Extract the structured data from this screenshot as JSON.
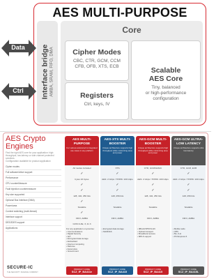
{
  "diagram": {
    "title": "AES MULTI-PURPOSE",
    "interface_bridge": {
      "title": "Interface bridge",
      "subtitle": "AMBA, SRAM, FIFO, DMA"
    },
    "core": {
      "label": "Core"
    },
    "cipher_modes": {
      "title": "Cipher Modes",
      "line1": "CBC, CTR, GCM, CCM",
      "line2": "CFB, OFB, XTS, ECB"
    },
    "registers": {
      "title": "Registers",
      "line1": "Ctrl, keys, IV"
    },
    "scalable": {
      "title": "Scalable",
      "title2": "AES Core",
      "line1": "Tiny, balanced",
      "line2": "or high-performance",
      "line3": "configuration"
    },
    "arrows": {
      "data": "Data",
      "ctrl": "Ctrl"
    },
    "colors": {
      "accent": "#d7282f",
      "arrow": "#4a4a4a"
    }
  },
  "comparison": {
    "title": "AES Crypto Engines",
    "intro": "Find the right AES core for your application: high throughput, low latency or side channel protected solutions.",
    "config_note": "Configuration available for product application",
    "rows": [
      "Cipher modes",
      "Full software/driver support",
      "Performance",
      "CPU counterMeasure",
      "Fault injection countermeasure",
      "Key size supported",
      "Optional Bus Interface (DMA)",
      "Power/area",
      "Context switching (multi-thread)",
      "Interface support",
      "DES/3DES support",
      "Applications"
    ],
    "columns": [
      {
        "name": "AES MULTI-PURPOSE",
        "desc": "For various advanced & integrated use cases in any platform",
        "color": "#c62128",
        "cells": [
          "All modes included",
          "✓",
          "bytes 16 bytes",
          "✓",
          "✓",
          "128, 192, 256 bits",
          "✓",
          "Scalable",
          "✓",
          "FIFO, AMBA",
          "GCM & AE, 3, 2x 3",
          ""
        ],
        "apps": [
          "For any application on-premise:",
          "• Communications",
          "• Digital Security",
          "• IIoT",
          "• Encrypted data storage",
          "• Embedded",
          "• Internet computing",
          "• Defense",
          "• Automotive",
          "• Government"
        ],
        "product_label": "PRODUCT CODE",
        "product_code": "SCZ_IP_BA411e"
      },
      {
        "name": "AES-XTS MULTI-BOOSTER",
        "desc": "Unique architecture supports high throughput while minimizing area and power",
        "color": "#1f5b8f",
        "cells": [
          "XTS",
          "✓",
          "AES: 2 Gbps / TP256: 100 Gbps",
          "✓",
          "✓",
          "128, 256 bits",
          "",
          "Scalable",
          "",
          "FIFO, AMBA",
          "",
          ""
        ],
        "apps": [
          "• Encrypted data storage",
          "• SAN/NAS"
        ],
        "product_label": "PRODUCT CODE",
        "product_code": "SCZ_IP_BA415"
      },
      {
        "name": "AES-GCM MULTI-BOOSTER",
        "desc": "Unique architecture supports high throughput while minimizing area and power",
        "color": "#c62128",
        "cells": [
          "CTR, GCM/GMAC",
          "✓",
          "AES: 2 Gbps / TP256: 100 Gbps",
          "✓",
          "✓",
          "128, 192, 256 bits",
          "",
          "Scalable",
          "",
          "FIFO, AMBA",
          "",
          ""
        ],
        "apps": [
          "• 4B/ssh/VPN/VLAN",
          "• Optical transport",
          "• Broadband access",
          "• MPLS support"
        ],
        "product_label": "PRODUCT CODE",
        "product_code": "SCZ_IP_BA415"
      },
      {
        "name": "AES-GCM ULTRA-LOW LATENCY",
        "desc": "Unique architecture supports ultra low latency",
        "color": "#555555",
        "cells": [
          "CTR, GCM, ECB",
          "✓",
          "AES: 2 Gbps / TP256: 100 Gbps",
          "✓",
          "✓",
          "128, 256 bits",
          "",
          "Scalable",
          "",
          "FIFO, AMBA",
          "",
          ""
        ],
        "apps": [
          "• Mobile radio",
          "• VPN",
          "• 5G, 6-H",
          "• PCI Express 6"
        ],
        "product_label": "PRODUCT CODE",
        "product_code": "SCZ_IP_BA415L"
      }
    ],
    "logo": "SECURE-IC",
    "logo_sub": "THE SECURITY SCIENCE COMPANY"
  }
}
